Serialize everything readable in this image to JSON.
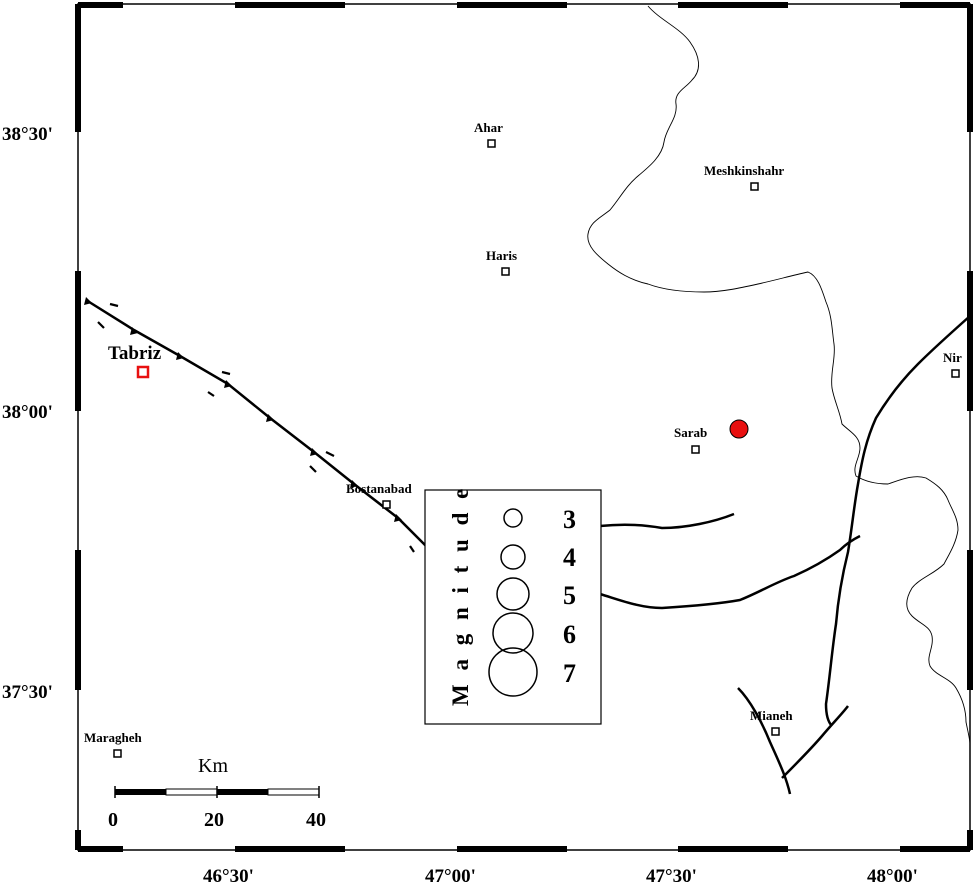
{
  "axes": {
    "latitude_labels": [
      "38°30'",
      "38°00'",
      "37°30'"
    ],
    "longitude_labels": [
      "46°30'",
      "47°00'",
      "47°30'",
      "48°00'"
    ]
  },
  "cities": {
    "tabriz": "Tabriz",
    "ahar": "Ahar",
    "meshkinshahr": "Meshkinshahr",
    "haris": "Haris",
    "nir": "Nir",
    "sarab": "Sarab",
    "bostanabad": "Bostanabad",
    "mianeh": "Mianeh",
    "maragheh": "Maragheh"
  },
  "legend": {
    "title": "M a g n i t u d e",
    "values": [
      "3",
      "4",
      "5",
      "6",
      "7"
    ]
  },
  "scale_bar": {
    "unit": "Km",
    "ticks": [
      "0",
      "20",
      "40"
    ]
  },
  "colors": {
    "epicenter": "#e81010",
    "tabriz_marker": "#e81010",
    "line": "#000000"
  }
}
